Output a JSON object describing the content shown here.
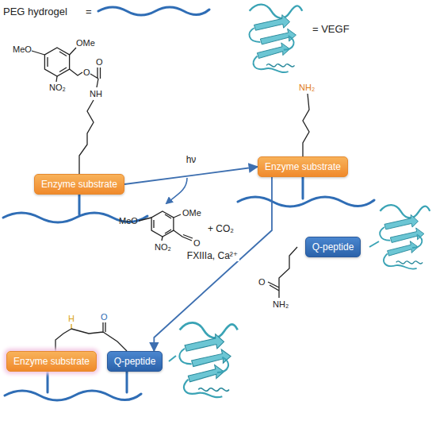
{
  "diagram": {
    "nodes": [
      {
        "text": [
          "Enzyme substrate"
        ]
      },
      {
        "text": [
          "Enzyme substrate"
        ]
      },
      {
        "text": [
          "Q-peptide"
        ]
      },
      {
        "text": [
          "Enzyme substrate"
        ]
      },
      {
        "text": [
          "Q-peptide"
        ]
      }
    ],
    "edges": [
      {
        "from": 0,
        "to": 1,
        "arrow": "to",
        "label": "hν"
      },
      {
        "from": 1,
        "to": 4,
        "arrow": "to",
        "label": "FXIIIa, Ca²⁺"
      }
    ],
    "labels": [
      "PEG hydrogel",
      "=",
      "= VEGF",
      "OMe",
      "MeO",
      "NO₂",
      "O",
      "O",
      "NH",
      "OMe",
      "MeO",
      "NO₂",
      "O",
      "+ CO₂",
      "NH₂",
      "O",
      "NH₂",
      "H",
      "O"
    ]
  }
}
